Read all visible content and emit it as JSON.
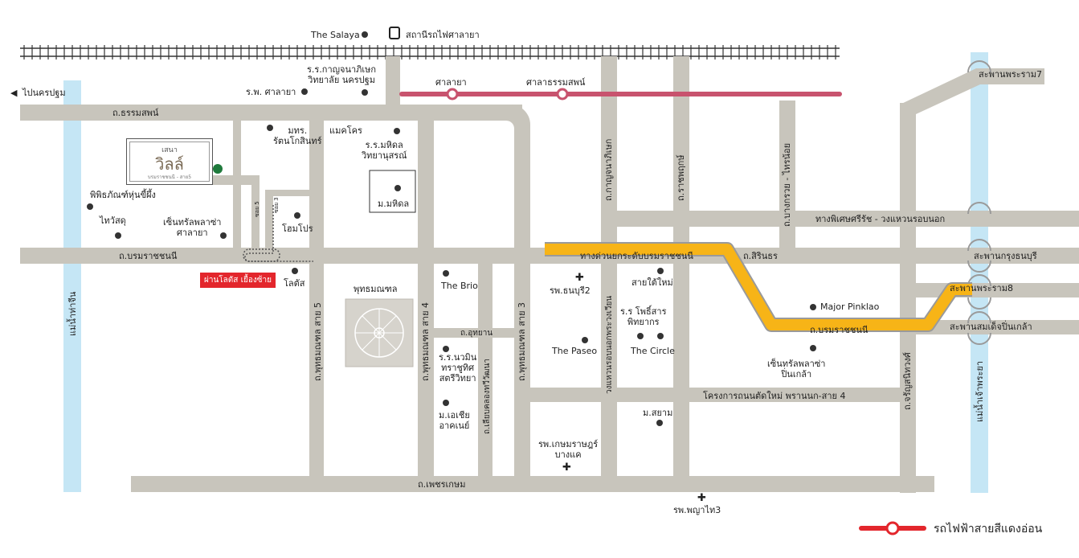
{
  "map": {
    "top_station": "The Salaya",
    "train_station": "สถานีรถไฟศาลายา",
    "to_nakhon_pathom": "ไปนครปฐม",
    "school_kanchana": [
      "ร.ร.กาญจนาภิเษก",
      "วิทยาลัย นครปฐม"
    ],
    "hospital_salaya": "ร.พ. ศาลายา",
    "red_line_stations": [
      "ศาลายา",
      "ศาลาธรรมสพน์"
    ],
    "road_thammasop": "ถ.ธรรมสพน์",
    "mahidol_school_left": [
      "มทร.",
      "รัตนโกสินทร์"
    ],
    "makro": "แมคโคร",
    "mahidol_school": [
      "ร.ร.มหิดล",
      "วิทยานุสรณ์"
    ],
    "mahidol_univ": "ม.มหิดล",
    "museum": "พิพิธภัณฑ์หุ่นขี้ผึ้ง",
    "wat_salaya": "ไทวัสดุ",
    "central_salaya": [
      "เซ็นทรัลพลาซ่า",
      "ศาลายา"
    ],
    "homepro": "โฮมโปร",
    "soi5": "ซอย 5",
    "soi3": "ซอย 3",
    "road_borom": "ถ.บรมราชชนนี",
    "lotus_badge": "ผ่านโลตัส เยื้องซ้าย",
    "lotus": "โลตัส",
    "road_putt5": "ถ.พุทธมณฑล สาย 5",
    "buddha_park": "พุทธมณฑล",
    "road_putt4": "ถ.พุทธมณฑล สาย 4",
    "the_brio": "The Brio",
    "road_utthayan": "ถ.อุทยาน",
    "school_nawamin": [
      "ร.ร.นวมิน",
      "ทราชูทิศ",
      "สตรีวิทยา"
    ],
    "road_khlong": "ถ.เลียบคลองทวีวัฒนา",
    "road_putt3": "ถ.พุทธมณฑล สาย 3",
    "hospital_thonburi2": "รพ.ธนบุรี2",
    "the_paseo": "The Paseo",
    "asia_academy": [
      "ม.เอเชีย",
      "อาคเนย์"
    ],
    "kasem_hospital": [
      "รพ.เกษมราษฎร์",
      "บางแค"
    ],
    "road_petkasem": "ถ.เพชรเกษม",
    "phyathai3": "รพ.พญาไท3",
    "road_kanchana": "ถ.กาญจนาภิเษก",
    "ring_road": "วงแหวนรอบนอกพระวงเวียน",
    "road_ratchaphruek": "ถ.ราชพฤกษ์",
    "sai_tai_mai": "สายใต้ใหม่",
    "school_phrisan": [
      "ร.ร โพธิ์สาร",
      "พิทยากร"
    ],
    "the_circle": "The Circle",
    "siam_univ": "ม.สยาม",
    "road_bang_kruai": "ถ.บางกรวย - ไทรน้อย",
    "road_special": "ทางพิเศษศรีรัช - วงแหวนรอบนอก",
    "expressway": "ทางด่วนยกระดับบรมราชชนนี",
    "road_sirindhorn": "ถ.สิรินธร",
    "road_borom2": "ถ.บรมราชชนนี",
    "major_pinklao": "Major Pinklao",
    "central_pinklao": [
      "เซ็นทรัลพลาซ่า",
      "ปิ่นเกล้า"
    ],
    "new_road_project": "โครงการถนนตัดใหม่ พรานนก-สาย 4",
    "road_charan": "ถ.จรัญสนิทวงศ์",
    "bridge_rama7": "สะพานพระราม7",
    "bridge_krung_thon": "สะพานกรุงธนบุรี",
    "bridge_rama8": "สะพานพระราม8",
    "bridge_pinklao": "สะพานสมเด็จปิ่นเกล้า",
    "river_tha_chin": "แม่น้ำท่าจีน",
    "river_chao_phraya": "แม่น้ำเจ้าพระยา",
    "legend_red_line": "รถไฟฟ้าสายสีแดงอ่อน",
    "logo_top": "เสนา",
    "logo_main": "วิลล์",
    "logo_sub": "บรมราชชนนี - สาย5"
  },
  "colors": {
    "road": "#c8c5bc",
    "river": "#c5e6f5",
    "red_line": "#c8536e",
    "expressway": "#f7b417",
    "expressway_border": "#9a9a9a",
    "marker_green": "#1f7a3c",
    "badge_red": "#e3262c"
  },
  "icons": [
    "train-icon",
    "hospital-cross-icon",
    "location-dot-icon",
    "arrow-left-icon",
    "project-pin-icon"
  ]
}
